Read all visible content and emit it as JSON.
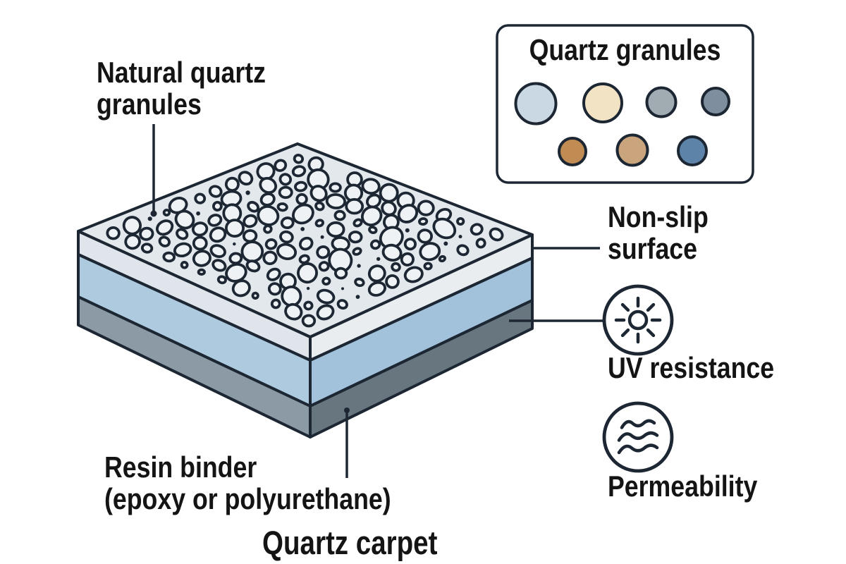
{
  "title": "Quartz carpet",
  "labels": {
    "granules": "Natural quartz\ngranules",
    "non_slip": "Non-slip\nsurface",
    "uv": "UV resistance",
    "permeability": "Permeability",
    "resin": "Resin binder\n(epoxy or polyurethane)"
  },
  "legend": {
    "title": "Quartz granules",
    "swatches": [
      {
        "color": "#cad8e3"
      },
      {
        "color": "#f3e3c5"
      },
      {
        "color": "#a0abb2"
      },
      {
        "color": "#7e8e9f"
      },
      {
        "color": "#c08c53"
      },
      {
        "color": "#c9a47d"
      },
      {
        "color": "#5e83a9"
      }
    ]
  },
  "icons": {
    "uv": "sun-icon",
    "permeability": "waves-icon"
  },
  "layers": [
    {
      "name": "non-slip quartz surface"
    },
    {
      "name": "resin binder layer"
    },
    {
      "name": "base layer"
    }
  ],
  "colors": {
    "line": "#1c2733",
    "text": "#141414",
    "top": "#e3e8ec",
    "granule": "#eef2f5",
    "white-l": "#dfe5ea",
    "white-r": "#e9edf0",
    "blue-l": "#aecadf",
    "blue-r": "#a1c2da",
    "dark-l": "#8c9aa5",
    "dark-r": "#68767f"
  }
}
